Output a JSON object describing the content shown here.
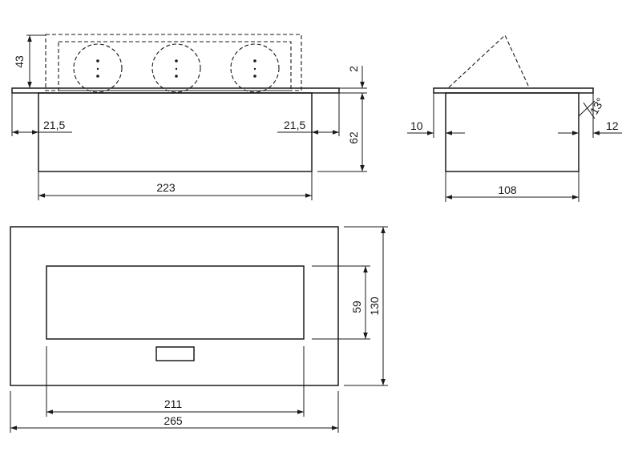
{
  "dimensions": {
    "front_insert_height": "43",
    "flange_thickness": "2",
    "front_body_height": "62",
    "left_offset": "21,5",
    "right_offset": "21,5",
    "front_body_width": "223",
    "side_left_offset": "10",
    "side_right_offset": "12",
    "side_angle": "13°",
    "side_body_width": "108",
    "top_opening_height": "59",
    "top_outer_height": "130",
    "top_opening_width": "211",
    "top_outer_width": "265"
  }
}
